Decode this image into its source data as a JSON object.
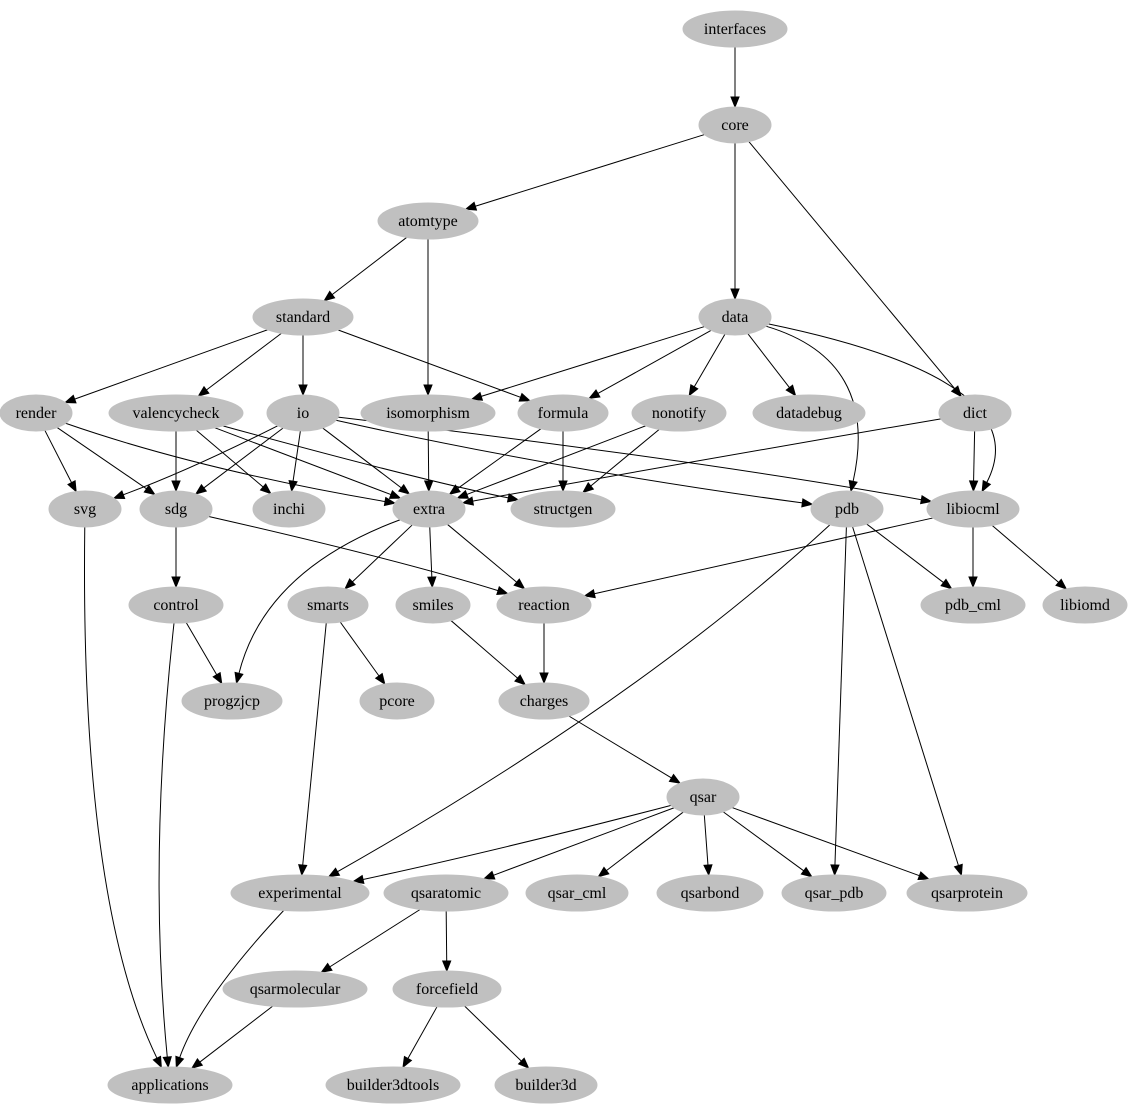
{
  "nodes": [
    {
      "id": "interfaces",
      "label": "interfaces"
    },
    {
      "id": "core",
      "label": "core"
    },
    {
      "id": "atomtype",
      "label": "atomtype"
    },
    {
      "id": "standard",
      "label": "standard"
    },
    {
      "id": "data",
      "label": "data"
    },
    {
      "id": "render",
      "label": "render"
    },
    {
      "id": "valencycheck",
      "label": "valencycheck"
    },
    {
      "id": "io",
      "label": "io"
    },
    {
      "id": "isomorphism",
      "label": "isomorphism"
    },
    {
      "id": "formula",
      "label": "formula"
    },
    {
      "id": "nonotify",
      "label": "nonotify"
    },
    {
      "id": "datadebug",
      "label": "datadebug"
    },
    {
      "id": "dict",
      "label": "dict"
    },
    {
      "id": "svg",
      "label": "svg"
    },
    {
      "id": "sdg",
      "label": "sdg"
    },
    {
      "id": "inchi",
      "label": "inchi"
    },
    {
      "id": "extra",
      "label": "extra"
    },
    {
      "id": "structgen",
      "label": "structgen"
    },
    {
      "id": "pdb",
      "label": "pdb"
    },
    {
      "id": "libiocml",
      "label": "libiocml"
    },
    {
      "id": "control",
      "label": "control"
    },
    {
      "id": "smarts",
      "label": "smarts"
    },
    {
      "id": "smiles",
      "label": "smiles"
    },
    {
      "id": "reaction",
      "label": "reaction"
    },
    {
      "id": "pdb_cml",
      "label": "pdb_cml"
    },
    {
      "id": "libiomd",
      "label": "libiomd"
    },
    {
      "id": "progzjcp",
      "label": "progzjcp"
    },
    {
      "id": "pcore",
      "label": "pcore"
    },
    {
      "id": "charges",
      "label": "charges"
    },
    {
      "id": "qsar",
      "label": "qsar"
    },
    {
      "id": "experimental",
      "label": "experimental"
    },
    {
      "id": "qsaratomic",
      "label": "qsaratomic"
    },
    {
      "id": "qsar_cml",
      "label": "qsar_cml"
    },
    {
      "id": "qsarbond",
      "label": "qsarbond"
    },
    {
      "id": "qsar_pdb",
      "label": "qsar_pdb"
    },
    {
      "id": "qsarprotein",
      "label": "qsarprotein"
    },
    {
      "id": "qsarmolecular",
      "label": "qsarmolecular"
    },
    {
      "id": "forcefield",
      "label": "forcefield"
    },
    {
      "id": "applications",
      "label": "applications"
    },
    {
      "id": "builder3dtools",
      "label": "builder3dtools"
    },
    {
      "id": "builder3d",
      "label": "builder3d"
    }
  ],
  "edges": [
    {
      "from": "interfaces",
      "to": "core"
    },
    {
      "from": "core",
      "to": "atomtype"
    },
    {
      "from": "core",
      "to": "data"
    },
    {
      "from": "core",
      "to": "dict"
    },
    {
      "from": "atomtype",
      "to": "standard"
    },
    {
      "from": "atomtype",
      "to": "isomorphism"
    },
    {
      "from": "standard",
      "to": "render"
    },
    {
      "from": "standard",
      "to": "valencycheck"
    },
    {
      "from": "standard",
      "to": "io"
    },
    {
      "from": "standard",
      "to": "formula"
    },
    {
      "from": "data",
      "to": "isomorphism"
    },
    {
      "from": "data",
      "to": "formula"
    },
    {
      "from": "data",
      "to": "nonotify"
    },
    {
      "from": "data",
      "to": "datadebug"
    },
    {
      "from": "data",
      "to": "pdb"
    },
    {
      "from": "data",
      "to": "libiocml"
    },
    {
      "from": "render",
      "to": "svg"
    },
    {
      "from": "render",
      "to": "sdg"
    },
    {
      "from": "render",
      "to": "extra"
    },
    {
      "from": "valencycheck",
      "to": "sdg"
    },
    {
      "from": "valencycheck",
      "to": "inchi"
    },
    {
      "from": "valencycheck",
      "to": "extra"
    },
    {
      "from": "valencycheck",
      "to": "structgen"
    },
    {
      "from": "io",
      "to": "svg"
    },
    {
      "from": "io",
      "to": "sdg"
    },
    {
      "from": "io",
      "to": "inchi"
    },
    {
      "from": "io",
      "to": "extra"
    },
    {
      "from": "io",
      "to": "pdb"
    },
    {
      "from": "io",
      "to": "libiocml"
    },
    {
      "from": "isomorphism",
      "to": "extra"
    },
    {
      "from": "formula",
      "to": "extra"
    },
    {
      "from": "formula",
      "to": "structgen"
    },
    {
      "from": "nonotify",
      "to": "extra"
    },
    {
      "from": "nonotify",
      "to": "structgen"
    },
    {
      "from": "dict",
      "to": "extra"
    },
    {
      "from": "dict",
      "to": "libiocml"
    },
    {
      "from": "svg",
      "to": "applications"
    },
    {
      "from": "sdg",
      "to": "control"
    },
    {
      "from": "sdg",
      "to": "reaction"
    },
    {
      "from": "extra",
      "to": "smarts"
    },
    {
      "from": "extra",
      "to": "smiles"
    },
    {
      "from": "extra",
      "to": "reaction"
    },
    {
      "from": "extra",
      "to": "progzjcp"
    },
    {
      "from": "pdb",
      "to": "pdb_cml"
    },
    {
      "from": "pdb",
      "to": "experimental"
    },
    {
      "from": "pdb",
      "to": "qsar_pdb"
    },
    {
      "from": "pdb",
      "to": "qsarprotein"
    },
    {
      "from": "libiocml",
      "to": "reaction"
    },
    {
      "from": "libiocml",
      "to": "pdb_cml"
    },
    {
      "from": "libiocml",
      "to": "libiomd"
    },
    {
      "from": "control",
      "to": "progzjcp"
    },
    {
      "from": "control",
      "to": "applications"
    },
    {
      "from": "smarts",
      "to": "pcore"
    },
    {
      "from": "smarts",
      "to": "experimental"
    },
    {
      "from": "smiles",
      "to": "charges"
    },
    {
      "from": "reaction",
      "to": "charges"
    },
    {
      "from": "charges",
      "to": "qsar"
    },
    {
      "from": "qsar",
      "to": "experimental"
    },
    {
      "from": "qsar",
      "to": "qsaratomic"
    },
    {
      "from": "qsar",
      "to": "qsar_cml"
    },
    {
      "from": "qsar",
      "to": "qsarbond"
    },
    {
      "from": "qsar",
      "to": "qsar_pdb"
    },
    {
      "from": "qsar",
      "to": "qsarprotein"
    },
    {
      "from": "experimental",
      "to": "applications"
    },
    {
      "from": "qsaratomic",
      "to": "qsarmolecular"
    },
    {
      "from": "qsaratomic",
      "to": "forcefield"
    },
    {
      "from": "qsarmolecular",
      "to": "applications"
    },
    {
      "from": "forcefield",
      "to": "builder3dtools"
    },
    {
      "from": "forcefield",
      "to": "builder3d"
    }
  ]
}
